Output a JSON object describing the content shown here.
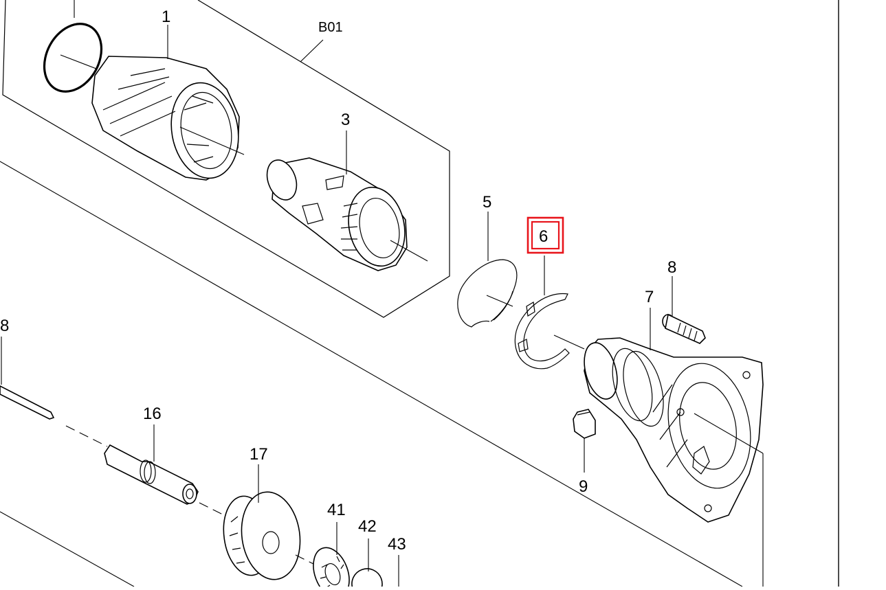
{
  "diagram": {
    "group_label": "B01",
    "highlight_color": "#e8141b",
    "highlighted_part": "6",
    "callouts": {
      "p1": "1",
      "p3": "3",
      "p5": "5",
      "p6": "6",
      "p7": "7",
      "p8a": "8",
      "p8b": "8",
      "p9": "9",
      "p16": "16",
      "p17": "17",
      "p41": "41",
      "p42": "42",
      "p43": "43"
    }
  }
}
